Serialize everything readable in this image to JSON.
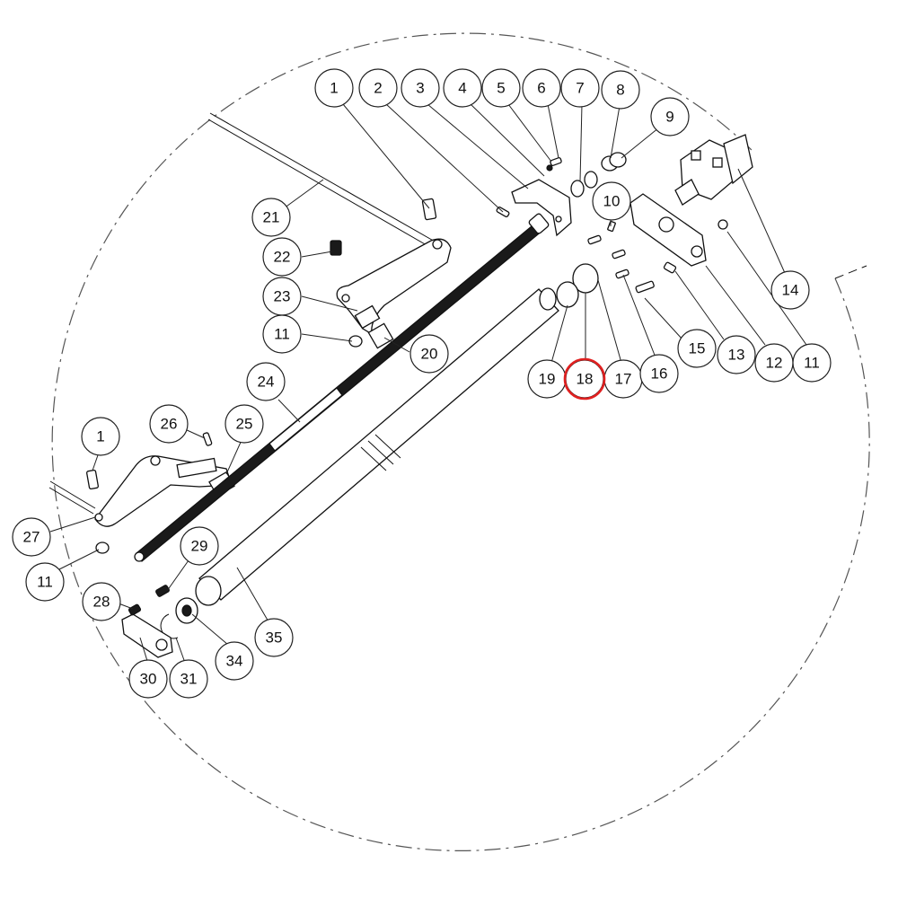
{
  "callouts": [
    {
      "id": "c1a",
      "label": "1"
    },
    {
      "id": "c2",
      "label": "2"
    },
    {
      "id": "c3",
      "label": "3"
    },
    {
      "id": "c4",
      "label": "4"
    },
    {
      "id": "c5",
      "label": "5"
    },
    {
      "id": "c6",
      "label": "6"
    },
    {
      "id": "c7",
      "label": "7"
    },
    {
      "id": "c8",
      "label": "8"
    },
    {
      "id": "c9",
      "label": "9"
    },
    {
      "id": "c10",
      "label": "10"
    },
    {
      "id": "c21",
      "label": "21"
    },
    {
      "id": "c22",
      "label": "22"
    },
    {
      "id": "c23",
      "label": "23"
    },
    {
      "id": "c11a",
      "label": "11"
    },
    {
      "id": "c20",
      "label": "20"
    },
    {
      "id": "c24",
      "label": "24"
    },
    {
      "id": "c26",
      "label": "26"
    },
    {
      "id": "c25",
      "label": "25"
    },
    {
      "id": "c1b",
      "label": "1"
    },
    {
      "id": "c27",
      "label": "27"
    },
    {
      "id": "c11b",
      "label": "11"
    },
    {
      "id": "c29",
      "label": "29"
    },
    {
      "id": "c28",
      "label": "28"
    },
    {
      "id": "c30",
      "label": "30"
    },
    {
      "id": "c31",
      "label": "31"
    },
    {
      "id": "c34",
      "label": "34"
    },
    {
      "id": "c35",
      "label": "35"
    },
    {
      "id": "c19",
      "label": "19"
    },
    {
      "id": "c18",
      "label": "18"
    },
    {
      "id": "c17",
      "label": "17"
    },
    {
      "id": "c16",
      "label": "16"
    },
    {
      "id": "c15",
      "label": "15"
    },
    {
      "id": "c13",
      "label": "13"
    },
    {
      "id": "c12",
      "label": "12"
    },
    {
      "id": "c11c",
      "label": "11"
    },
    {
      "id": "c14",
      "label": "14"
    }
  ],
  "highlighted_callout": "18",
  "colors": {
    "highlight": "#e02020",
    "line": "#111111",
    "boundary": "#555555"
  }
}
